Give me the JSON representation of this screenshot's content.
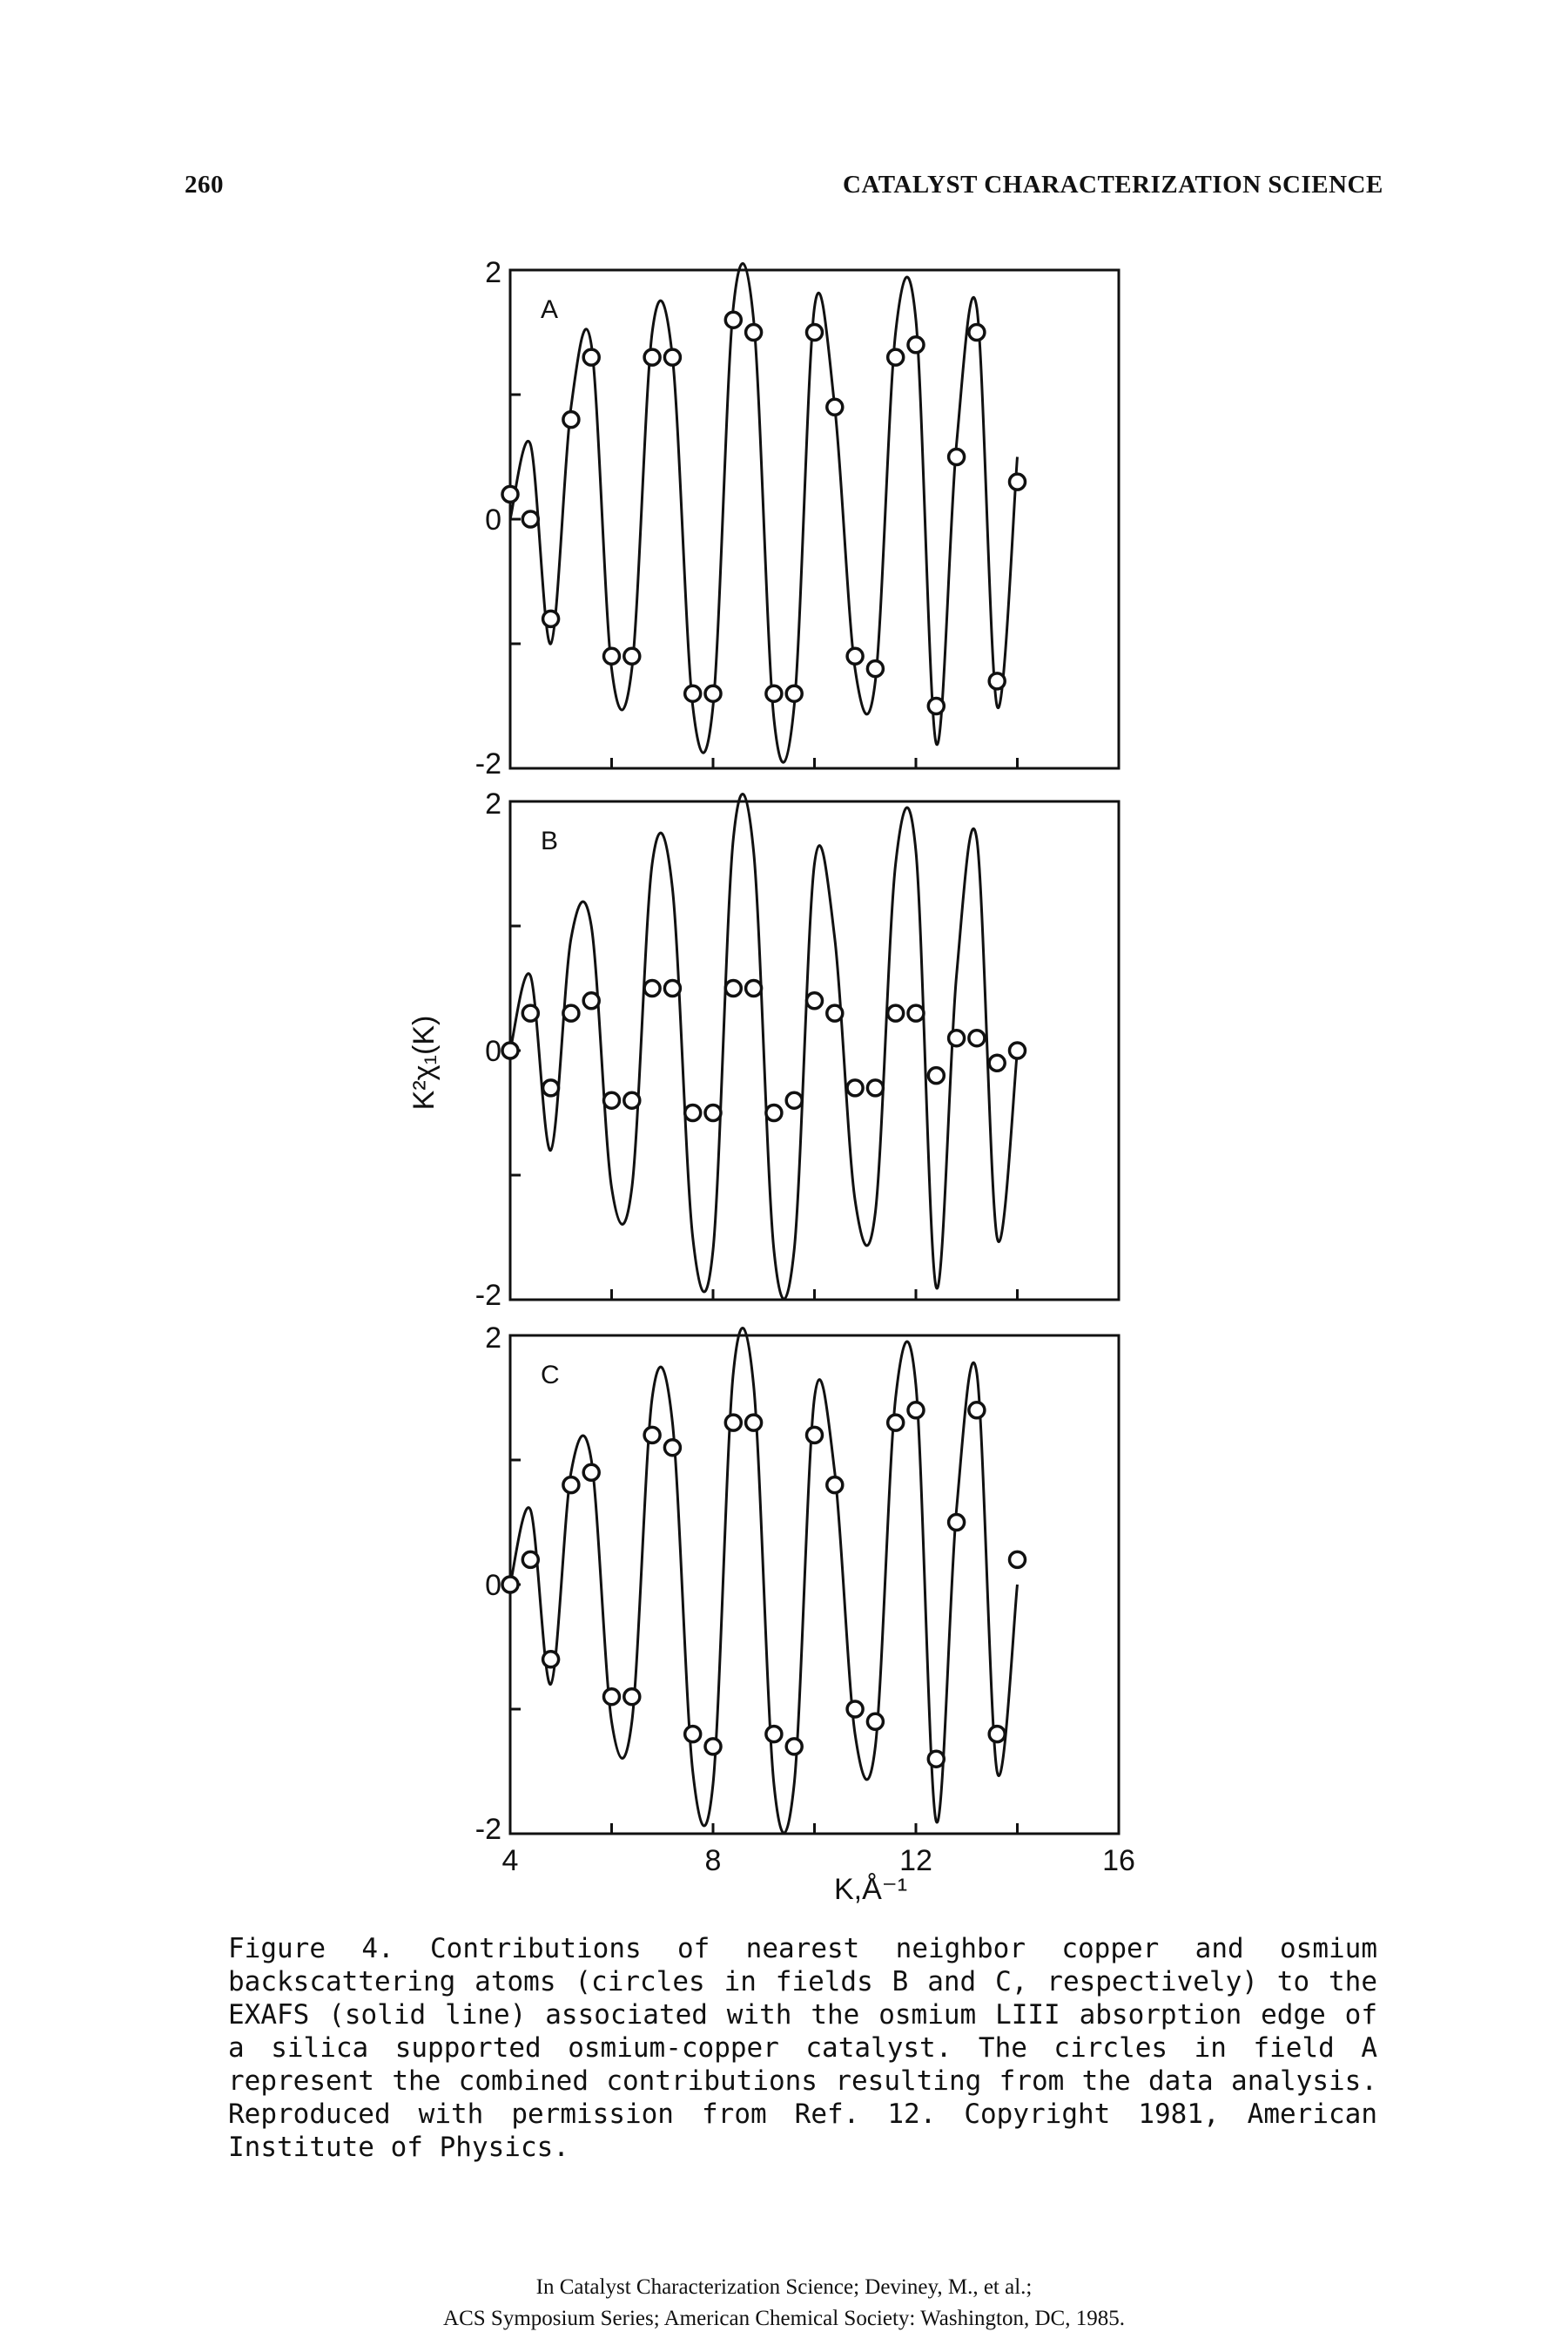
{
  "header": {
    "page_number": "260",
    "running_title": "CATALYST CHARACTERIZATION SCIENCE"
  },
  "chart_data": [
    {
      "type": "line",
      "panel_label": "A",
      "x_tick_labels": [],
      "y_tick_labels": [
        "2",
        "0",
        "-2"
      ],
      "xlim": [
        4,
        16
      ],
      "ylim": [
        -2,
        2
      ],
      "ylabel": "K²χ₁(K)",
      "series": [
        {
          "style": "solid line",
          "x": [
            4.0,
            4.4,
            4.8,
            5.2,
            5.6,
            6.0,
            6.4,
            6.8,
            7.2,
            7.6,
            8.0,
            8.4,
            8.8,
            9.2,
            9.6,
            10.0,
            10.4,
            10.8,
            11.2,
            11.6,
            12.0,
            12.4,
            12.8,
            13.2,
            13.6,
            14.0
          ],
          "y": [
            0.0,
            0.6,
            -1.0,
            0.9,
            1.4,
            -1.2,
            -1.2,
            1.5,
            1.3,
            -1.5,
            -1.5,
            1.7,
            1.6,
            -1.6,
            -1.5,
            1.7,
            0.9,
            -1.2,
            -1.3,
            1.5,
            1.6,
            -1.8,
            0.6,
            1.7,
            -1.5,
            0.5
          ]
        },
        {
          "style": "circles",
          "x": [
            4.0,
            4.4,
            4.8,
            5.2,
            5.6,
            6.0,
            6.4,
            6.8,
            7.2,
            7.6,
            8.0,
            8.4,
            8.8,
            9.2,
            9.6,
            10.0,
            10.4,
            10.8,
            11.2,
            11.6,
            12.0,
            12.4,
            12.8,
            13.2,
            13.6,
            14.0
          ],
          "y": [
            0.2,
            0.0,
            -0.8,
            0.8,
            1.3,
            -1.1,
            -1.1,
            1.3,
            1.3,
            -1.4,
            -1.4,
            1.6,
            1.5,
            -1.4,
            -1.4,
            1.5,
            0.9,
            -1.1,
            -1.2,
            1.3,
            1.4,
            -1.5,
            0.5,
            1.5,
            -1.3,
            0.3
          ]
        }
      ]
    },
    {
      "type": "line",
      "panel_label": "B",
      "x_tick_labels": [],
      "y_tick_labels": [
        "2",
        "0",
        "-2"
      ],
      "xlim": [
        4,
        16
      ],
      "ylim": [
        -2,
        2
      ],
      "ylabel": "",
      "series": [
        {
          "style": "solid line",
          "x": [
            4.0,
            4.4,
            4.8,
            5.2,
            5.6,
            6.0,
            6.4,
            6.8,
            7.2,
            7.6,
            8.0,
            8.4,
            8.8,
            9.2,
            9.6,
            10.0,
            10.4,
            10.8,
            11.2,
            11.6,
            12.0,
            12.4,
            12.8,
            13.2,
            13.6,
            14.0
          ],
          "y": [
            0.0,
            0.6,
            -0.8,
            0.9,
            1.0,
            -1.1,
            -1.1,
            1.5,
            1.3,
            -1.5,
            -1.6,
            1.7,
            1.6,
            -1.6,
            -1.6,
            1.5,
            0.9,
            -1.2,
            -1.3,
            1.5,
            1.6,
            -1.9,
            0.6,
            1.7,
            -1.5,
            0.0
          ]
        },
        {
          "style": "circles",
          "x": [
            4.0,
            4.4,
            4.8,
            5.2,
            5.6,
            6.0,
            6.4,
            6.8,
            7.2,
            7.6,
            8.0,
            8.4,
            8.8,
            9.2,
            9.6,
            10.0,
            10.4,
            10.8,
            11.2,
            11.6,
            12.0,
            12.4,
            12.8,
            13.2,
            13.6,
            14.0
          ],
          "y": [
            0.0,
            0.3,
            -0.3,
            0.3,
            0.4,
            -0.4,
            -0.4,
            0.5,
            0.5,
            -0.5,
            -0.5,
            0.5,
            0.5,
            -0.5,
            -0.4,
            0.4,
            0.3,
            -0.3,
            -0.3,
            0.3,
            0.3,
            -0.2,
            0.1,
            0.1,
            -0.1,
            0.0
          ]
        }
      ]
    },
    {
      "type": "line",
      "panel_label": "C",
      "x_tick_labels": [
        "4",
        "8",
        "12",
        "16"
      ],
      "y_tick_labels": [
        "2",
        "0",
        "-2"
      ],
      "xlim": [
        4,
        16
      ],
      "ylim": [
        -2,
        2
      ],
      "xlabel": "K,Å⁻¹",
      "ylabel": "",
      "series": [
        {
          "style": "solid line",
          "x": [
            4.0,
            4.4,
            4.8,
            5.2,
            5.6,
            6.0,
            6.4,
            6.8,
            7.2,
            7.6,
            8.0,
            8.4,
            8.8,
            9.2,
            9.6,
            10.0,
            10.4,
            10.8,
            11.2,
            11.6,
            12.0,
            12.4,
            12.8,
            13.2,
            13.6,
            14.0
          ],
          "y": [
            0.0,
            0.6,
            -0.8,
            0.9,
            1.0,
            -1.1,
            -1.1,
            1.5,
            1.3,
            -1.5,
            -1.6,
            1.7,
            1.6,
            -1.6,
            -1.6,
            1.5,
            0.9,
            -1.2,
            -1.3,
            1.5,
            1.6,
            -1.9,
            0.6,
            1.7,
            -1.5,
            0.0
          ]
        },
        {
          "style": "circles",
          "x": [
            4.0,
            4.4,
            4.8,
            5.2,
            5.6,
            6.0,
            6.4,
            6.8,
            7.2,
            7.6,
            8.0,
            8.4,
            8.8,
            9.2,
            9.6,
            10.0,
            10.4,
            10.8,
            11.2,
            11.6,
            12.0,
            12.4,
            12.8,
            13.2,
            13.6,
            14.0
          ],
          "y": [
            0.0,
            0.2,
            -0.6,
            0.8,
            0.9,
            -0.9,
            -0.9,
            1.2,
            1.1,
            -1.2,
            -1.3,
            1.3,
            1.3,
            -1.2,
            -1.3,
            1.2,
            0.8,
            -1.0,
            -1.1,
            1.3,
            1.4,
            -1.4,
            0.5,
            1.4,
            -1.2,
            0.2
          ]
        }
      ]
    }
  ],
  "caption": "Figure 4.  Contributions of nearest neighbor copper and osmium backscattering atoms (circles in fields B and C, respectively) to the EXAFS (solid line) associated with the osmium LIII absorption edge of a silica supported osmium-copper catalyst.  The circles in field A represent the combined contributions resulting from the data analysis.  Reproduced with permission from Ref. 12.  Copyright 1981, American Institute of Physics.",
  "footer": {
    "line1": "In Catalyst Characterization Science; Deviney, M., et al.;",
    "line2": "ACS Symposium Series; American Chemical Society: Washington, DC, 1985."
  }
}
